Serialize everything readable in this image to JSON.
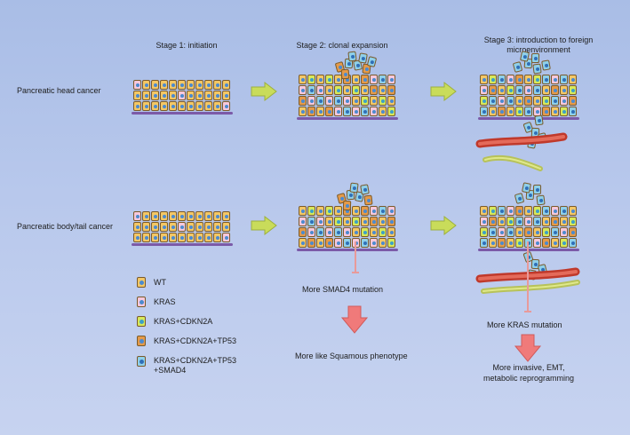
{
  "stages": {
    "s1": "Stage 1: initiation",
    "s2": "Stage 2: clonal expansion",
    "s3_line1": "Stage 3: introduction to foreign",
    "s3_line2": "microenvironment"
  },
  "rows": {
    "head": "Pancreatic head cancer",
    "body": "Pancreatic body/tail cancer"
  },
  "legend": [
    {
      "label": "WT",
      "fill": "#f3c766",
      "nucleus": "#4a8ad0"
    },
    {
      "label": "KRAS",
      "fill": "#f6c8dc",
      "nucleus": "#4a8ad0"
    },
    {
      "label": "KRAS+CDKN2A",
      "fill": "#d7e85a",
      "nucleus": "#3aa0c8"
    },
    {
      "label": "KRAS+CDKN2A+TP53",
      "fill": "#e49a4a",
      "nucleus": "#4a8ad0"
    },
    {
      "label": "KRAS+CDKN2A+TP53",
      "label2": "+SMAD4",
      "fill": "#8fd0ea",
      "nucleus": "#2f6fb8"
    }
  ],
  "annotations": {
    "smad4": "More SMAD4 mutation",
    "squamous": "More like Squamous phenotype",
    "kras": "More KRAS mutation",
    "invasive1": "More invasive, EMT,",
    "invasive2": "metabolic reprogramming"
  },
  "colors": {
    "green_arrow": "#c9dc5a",
    "pink_arrow": "#f07a7a",
    "basement": "#7b5aa8",
    "vessel": "#c0392b",
    "stroma": "#8a5a2a"
  }
}
